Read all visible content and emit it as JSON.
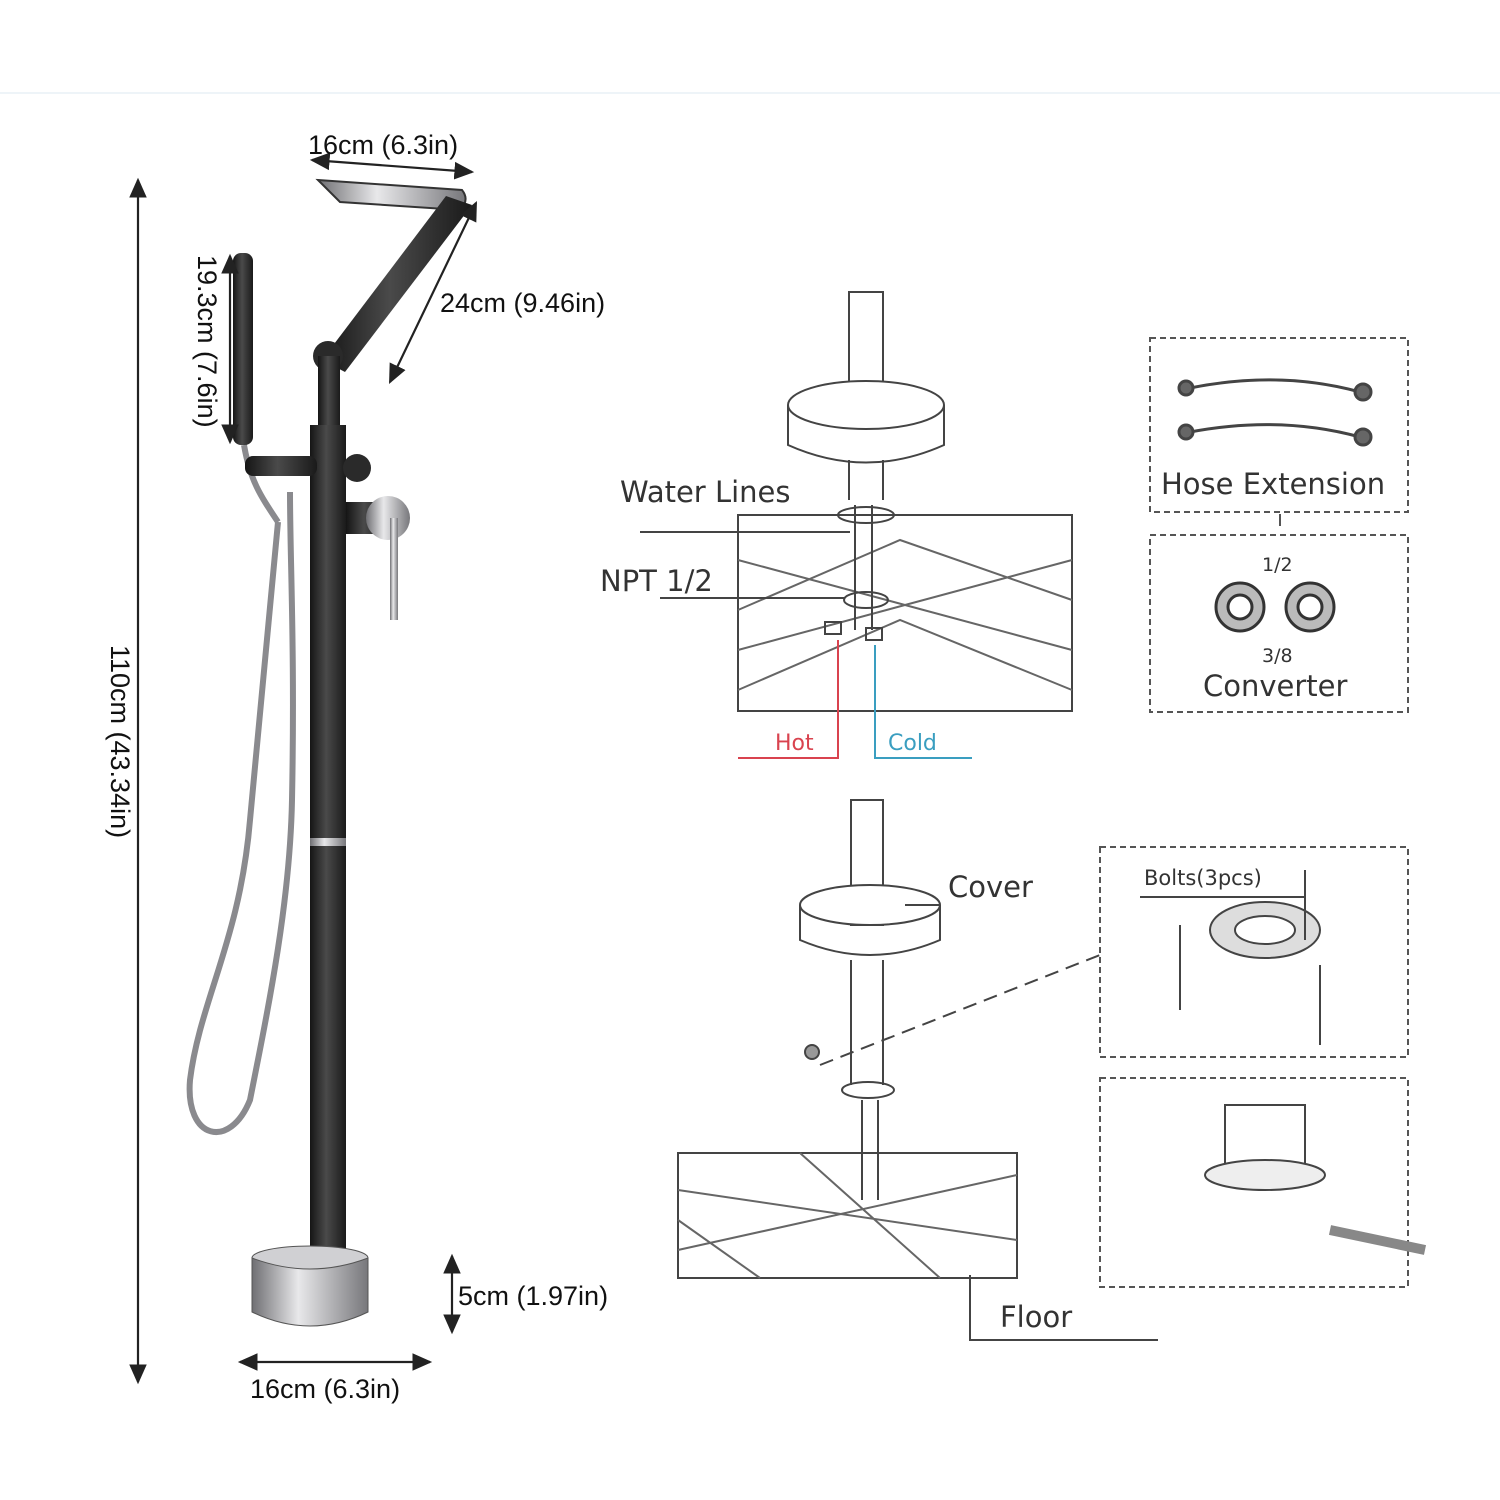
{
  "dimensions": {
    "spout_width": "16cm (6.3in)",
    "spout_length": "24cm (9.46in)",
    "handshower_length": "19.3cm (7.6in)",
    "total_height": "110cm (43.34in)",
    "base_height": "5cm (1.97in)",
    "base_width": "16cm (6.3in)"
  },
  "install_top": {
    "water_lines": "Water Lines",
    "npt": "NPT 1/2",
    "hot": "Hot",
    "cold": "Cold"
  },
  "accessories": {
    "hose_extension": "Hose Extension",
    "size_top": "1/2",
    "size_bottom": "3/8",
    "converter": "Converter"
  },
  "install_bottom": {
    "cover": "Cover",
    "bolts": "Bolts(3pcs)",
    "floor": "Floor"
  },
  "colors": {
    "hot": "#d9434f",
    "cold": "#3a9ec0",
    "faucet": "#2a2a2a",
    "chrome": "#b9b9bc"
  }
}
